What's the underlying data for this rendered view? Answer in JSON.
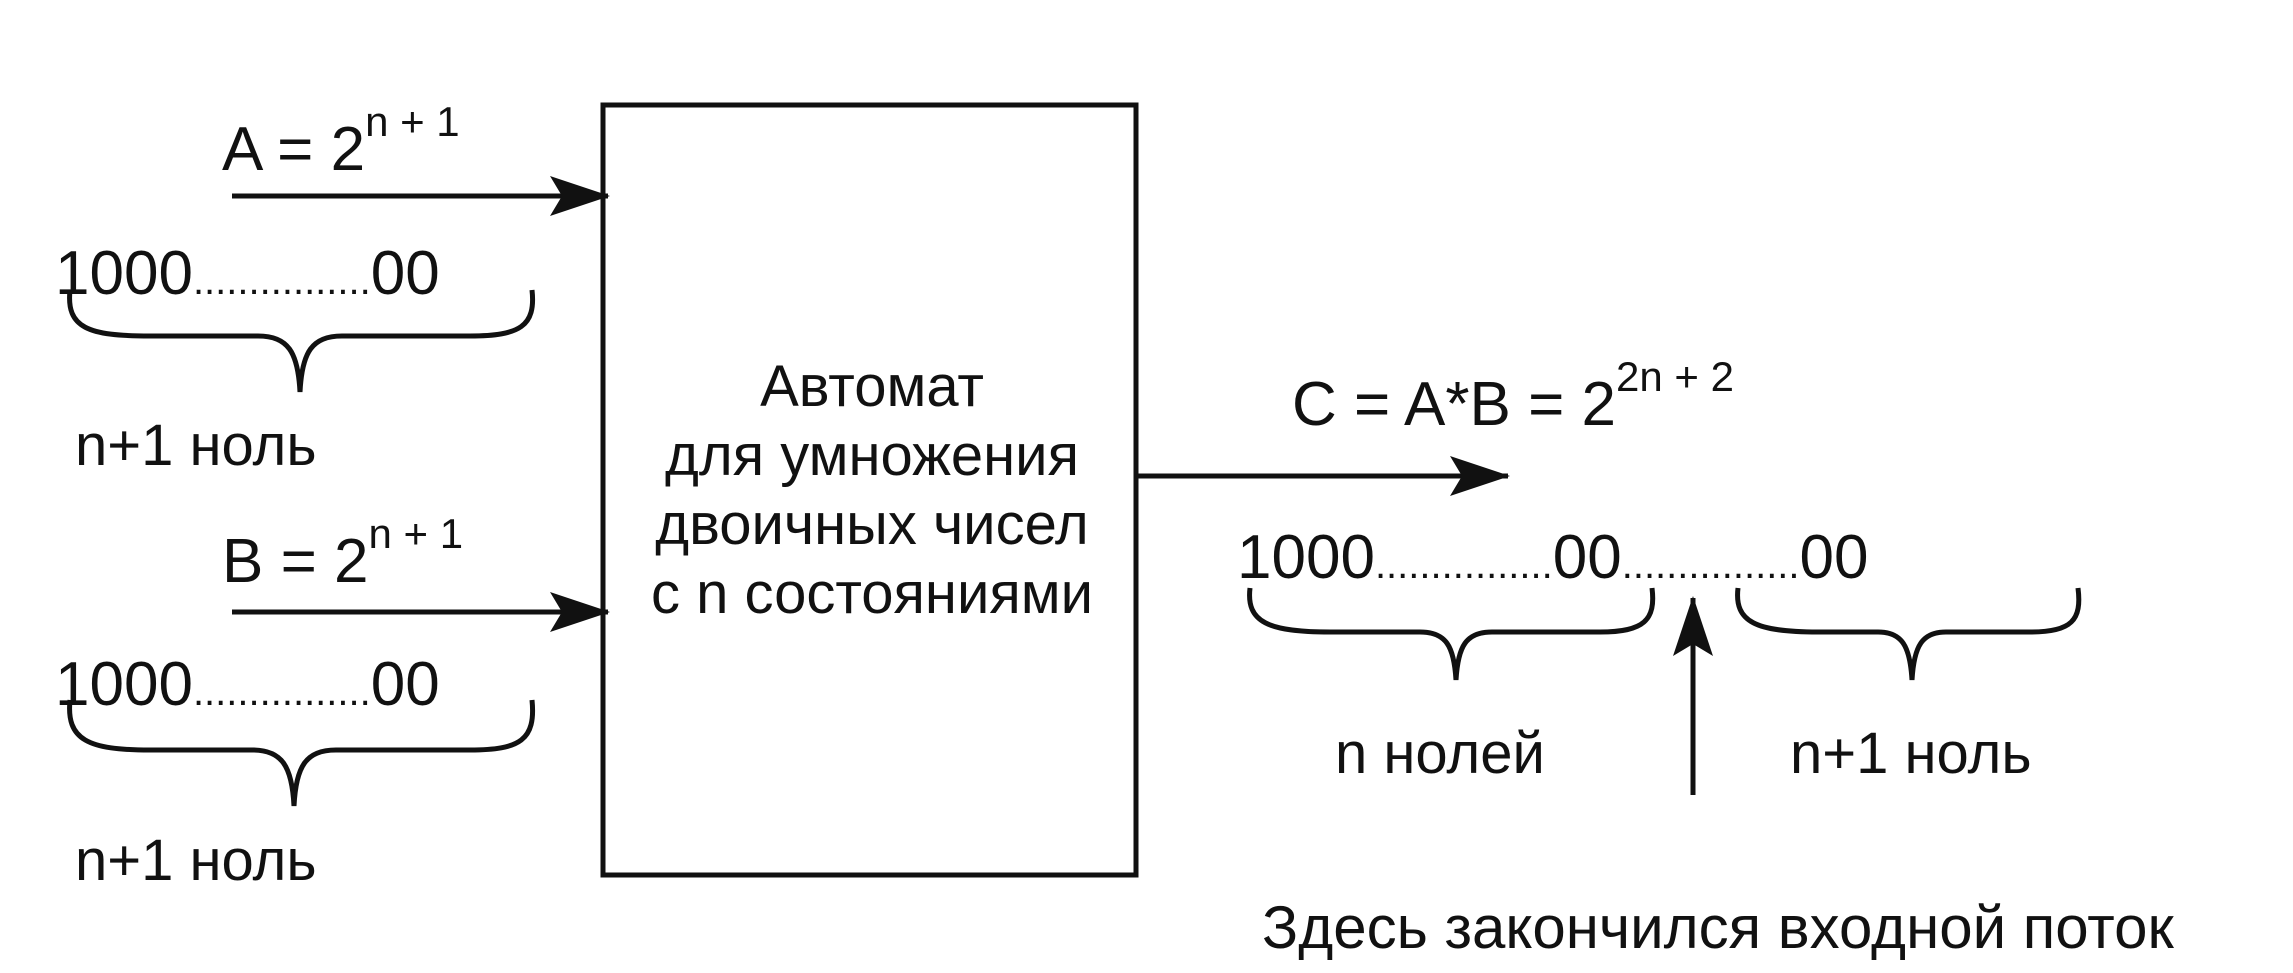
{
  "input_a": {
    "label": "A = 2",
    "exponent": "n + 1",
    "bits_start": "1000",
    "bits_dots": "................",
    "bits_end": "00",
    "brace_label": "n+1 ноль"
  },
  "input_b": {
    "label": "B = 2",
    "exponent": "n + 1",
    "bits_start": "1000",
    "bits_dots": "................",
    "bits_end": "00",
    "brace_label": "n+1 ноль"
  },
  "automaton": {
    "line1": "Автомат",
    "line2": "для умножения",
    "line3": "двоичных чисел",
    "line4": "с n состояниями"
  },
  "output_c": {
    "label": "C = A*B = 2",
    "exponent": "2n + 2",
    "bits_start": "1000",
    "bits_dots_1": "................",
    "bits_mid": "00",
    "bits_dots_2": "................",
    "bits_end": "00",
    "brace_left_label": "n нолей",
    "brace_right_label": "n+1 ноль",
    "stream_end_note": "Здесь закончился входной поток"
  },
  "colors": {
    "ink": "#111111",
    "background": "#ffffff"
  }
}
